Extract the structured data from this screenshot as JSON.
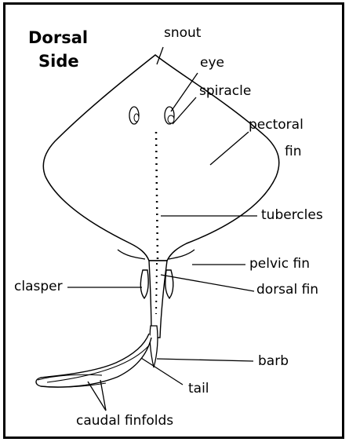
{
  "title": {
    "line1": "Dorsal",
    "line2": "Side"
  },
  "labels": {
    "snout": "snout",
    "eye": "eye",
    "spiracle": "spiracle",
    "pectoral_fin_1": "pectoral",
    "pectoral_fin_2": "fin",
    "tubercles": "tubercles",
    "pelvic_fin": "pelvic fin",
    "clasper": "clasper",
    "dorsal_fin": "dorsal fin",
    "barb": "barb",
    "tail": "tail",
    "caudal_finfolds": "caudal finfolds"
  },
  "colors": {
    "ink": "#000000",
    "background": "#ffffff"
  }
}
